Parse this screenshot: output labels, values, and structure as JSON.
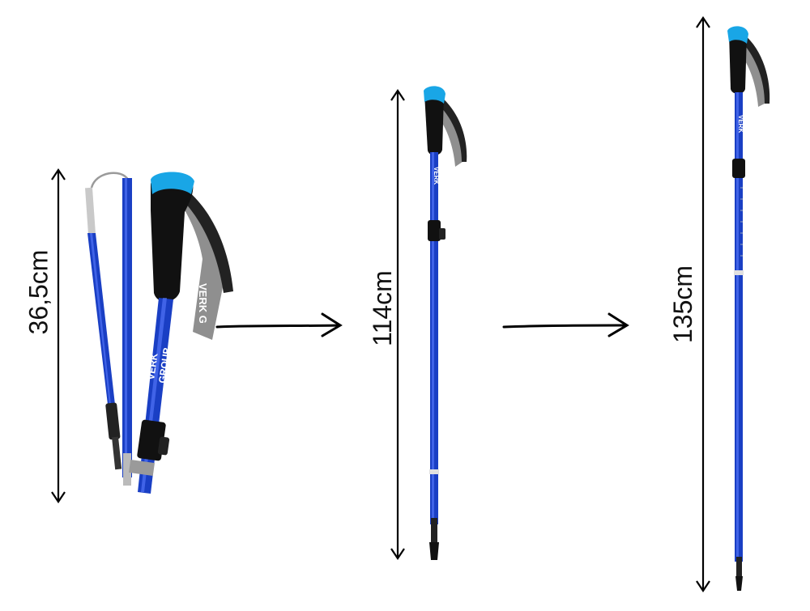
{
  "measurements": {
    "folded": "36,5cm",
    "short": "114cm",
    "long": "135cm"
  },
  "brand": {
    "name_1": "VERK",
    "name_2": "GROUP"
  },
  "colors": {
    "pole_blue": "#1a3fc4",
    "pole_blue_dark": "#0f2a8f",
    "grip_black": "#111111",
    "cap_cyan": "#19a6e6",
    "strap_gray": "#9a9a9a",
    "arrow": "#000000"
  }
}
